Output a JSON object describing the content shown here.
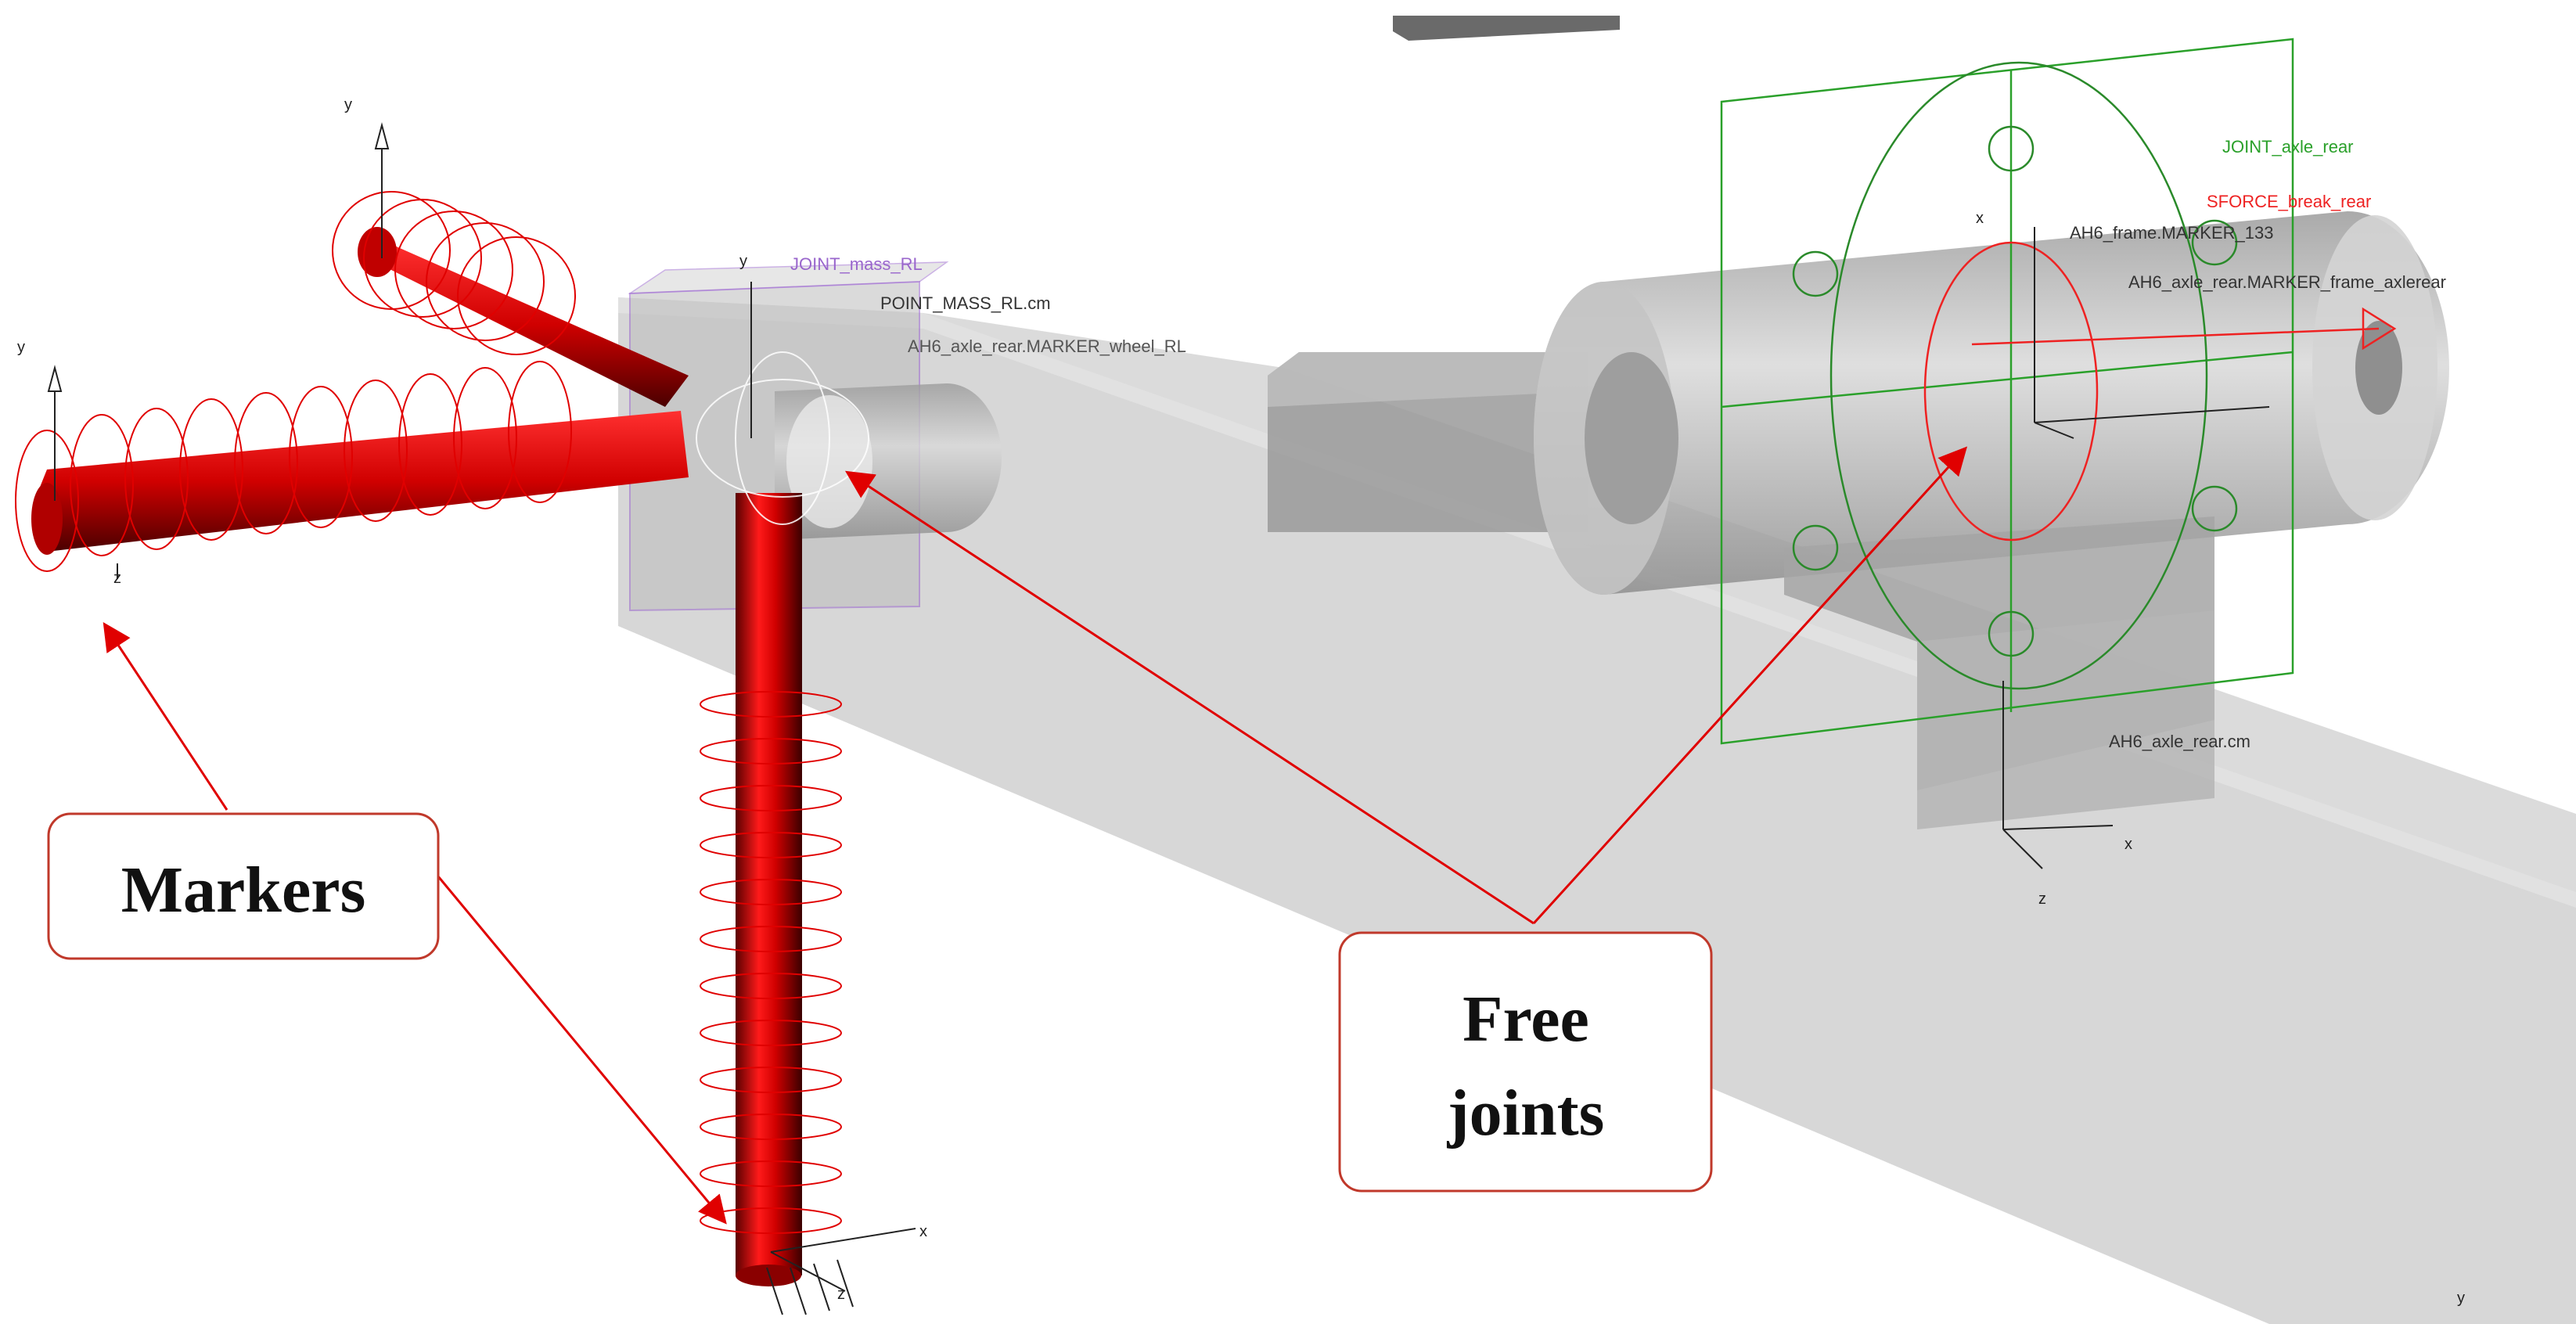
{
  "callouts": {
    "markers": "Markers",
    "free_joints_line1": "Free",
    "free_joints_line2": "joints"
  },
  "model_labels": {
    "joint_mass_rl": "JOINT_mass_RL",
    "point_mass_rl_cm": "POINT_MASS_RL.cm",
    "marker_wheel_rl": "AH6_axle_rear.MARKER_wheel_RL",
    "joint_axle_rear": "JOINT_axle_rear",
    "sforce_break_rear": "SFORCE_break_rear",
    "frame_marker_133": "AH6_frame.MARKER_133",
    "marker_frame_axlerear": "AH6_axle_rear.MARKER_frame_axlerear",
    "axle_rear_cm": "AH6_axle_rear.cm"
  },
  "axis_letters": {
    "y": "y",
    "z": "z",
    "x": "x"
  },
  "colors": {
    "marker_red": "#e00000",
    "joint_purple": "#9966cc",
    "joint_green": "#2aa02a",
    "force_red": "#ee2222",
    "body_grey": "#b8b8b8",
    "callout_border": "#c0392b"
  }
}
